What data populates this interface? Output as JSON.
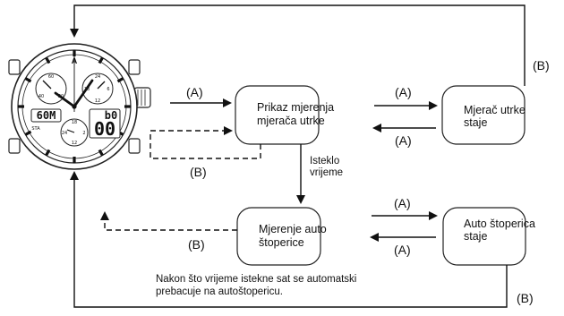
{
  "boxes": {
    "prikaz": {
      "line1": "Prikaz mjerenja",
      "line2": "mjerača utrke"
    },
    "mjerac": {
      "line1": "Mjerač utrke",
      "line2": "staje"
    },
    "mjerenje": {
      "line1": "Mjerenje auto",
      "line2": "štoperice"
    },
    "auto": {
      "line1": "Auto štoperica",
      "line2": "staje"
    }
  },
  "labels": {
    "a": "(A)",
    "b": "(B)",
    "isteklo_line1": "Isteklo",
    "isteklo_line2": "vrijeme"
  },
  "note": {
    "line1": "Nakon što vrijeme istekne sat se automatski",
    "line2": "prebacuje na autoštopericu."
  },
  "watch": {
    "lcd_left": "60M",
    "lcd_right_small": "b0",
    "lcd_right_big": "00",
    "dial_12": "A",
    "sub_left": [
      "60",
      "20",
      "40"
    ],
    "sub_right": [
      "24",
      "6",
      "18",
      "12"
    ],
    "sub_bottom": [
      "18",
      "12",
      "24",
      "2",
      "6",
      "4"
    ],
    "sub_text": "STA"
  }
}
